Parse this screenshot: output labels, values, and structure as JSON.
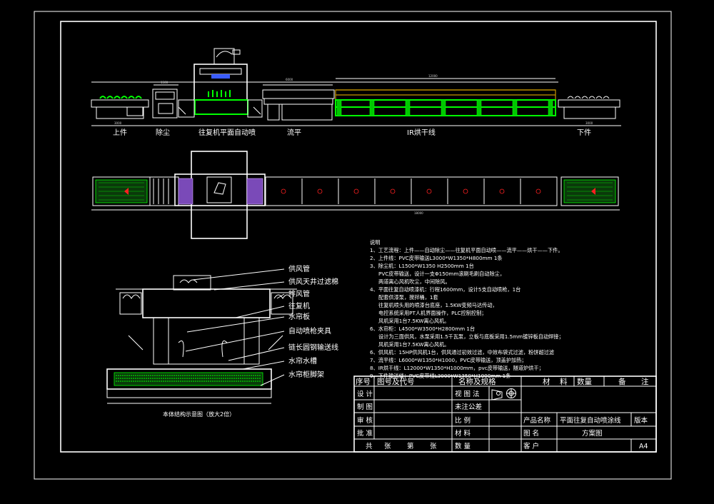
{
  "labels": {
    "top_stations": [
      "上件",
      "除尘",
      "往复机平面自动喷",
      "流平",
      "IR烘干线",
      "下件"
    ],
    "section_title": "本体结构示意图（放大2倍）",
    "callouts": [
      "供风管",
      "供风天井过滤棉",
      "排风管",
      "往复机",
      "水帘板",
      "自动喷枪夹具",
      "链长圆钢输送线",
      "水帘水槽",
      "水帘柜脚架"
    ]
  },
  "notes": {
    "heading": "说明",
    "lines": [
      "1、工艺流程：上件——自动除尘——往复机平面自动喷——流平——烘干——下件。",
      "2、上件线：PVC皮带输送L3000*W1350*H800mm    1条",
      "3、除尘机：L1500*W1350  H2500mm      1台",
      "PVC皮带输送，设计一支Φ150mm滚刷毛刷自动除尘，",
      "两道离心风机吹尘，中间除风。",
      "4、平面往复自动喷漆机：行程1600mm，设计5支自动喷枪，1台",
      "配套供漆泵，搅拌桶，1套",
      "往复机喷头用的喷漆台底座，1.5KW变频马达传动，",
      "电控系统采用PT人机界面操作，PLC控制控制；",
      "风机采用1台7.5KW离心风机。",
      "6、水帘柜：L4500*W3500*H2800mm      1台",
      "设计为三面供风，水泵采用1.5千瓦泵，立板与底板采用1.5mm镀锌板自动焊接；",
      "风机采用1台7.5KW离心风机。",
      "6、供风机：15HP供风机1台，供风通过初效过滤，中效布袋式过滤，粉饼超过滤",
      "7、流平线：L6000*W1350*H1000，PVC皮带输送，顶盖护加热；",
      "8、IR烘干线：L12000*W1350*H1000mm，pvc皮带输送，隧道炉烘干；",
      "9、下件输送线：PVC皮带线L3000*W1350*H1000mm    1条"
    ]
  },
  "title_block": {
    "header": [
      "序号",
      "图号及代号",
      "名称及规格",
      "材",
      "料",
      "数量",
      "备",
      "注"
    ],
    "left_labels": [
      "设 计",
      "制 图",
      "审 核",
      "批 准"
    ],
    "bottom": [
      "共",
      "张",
      "第",
      "张"
    ],
    "mid_labels": [
      "视 图 法",
      "未注公差",
      "比   例",
      "材   料",
      "数   量"
    ],
    "product_name_label": "产品名称",
    "product_name": "平面往复自动喷涂线",
    "version_label": "版本",
    "drawing_name_label": "图   名",
    "drawing_name": "方案图",
    "client_label": "客   户",
    "paper_size": "A4"
  }
}
